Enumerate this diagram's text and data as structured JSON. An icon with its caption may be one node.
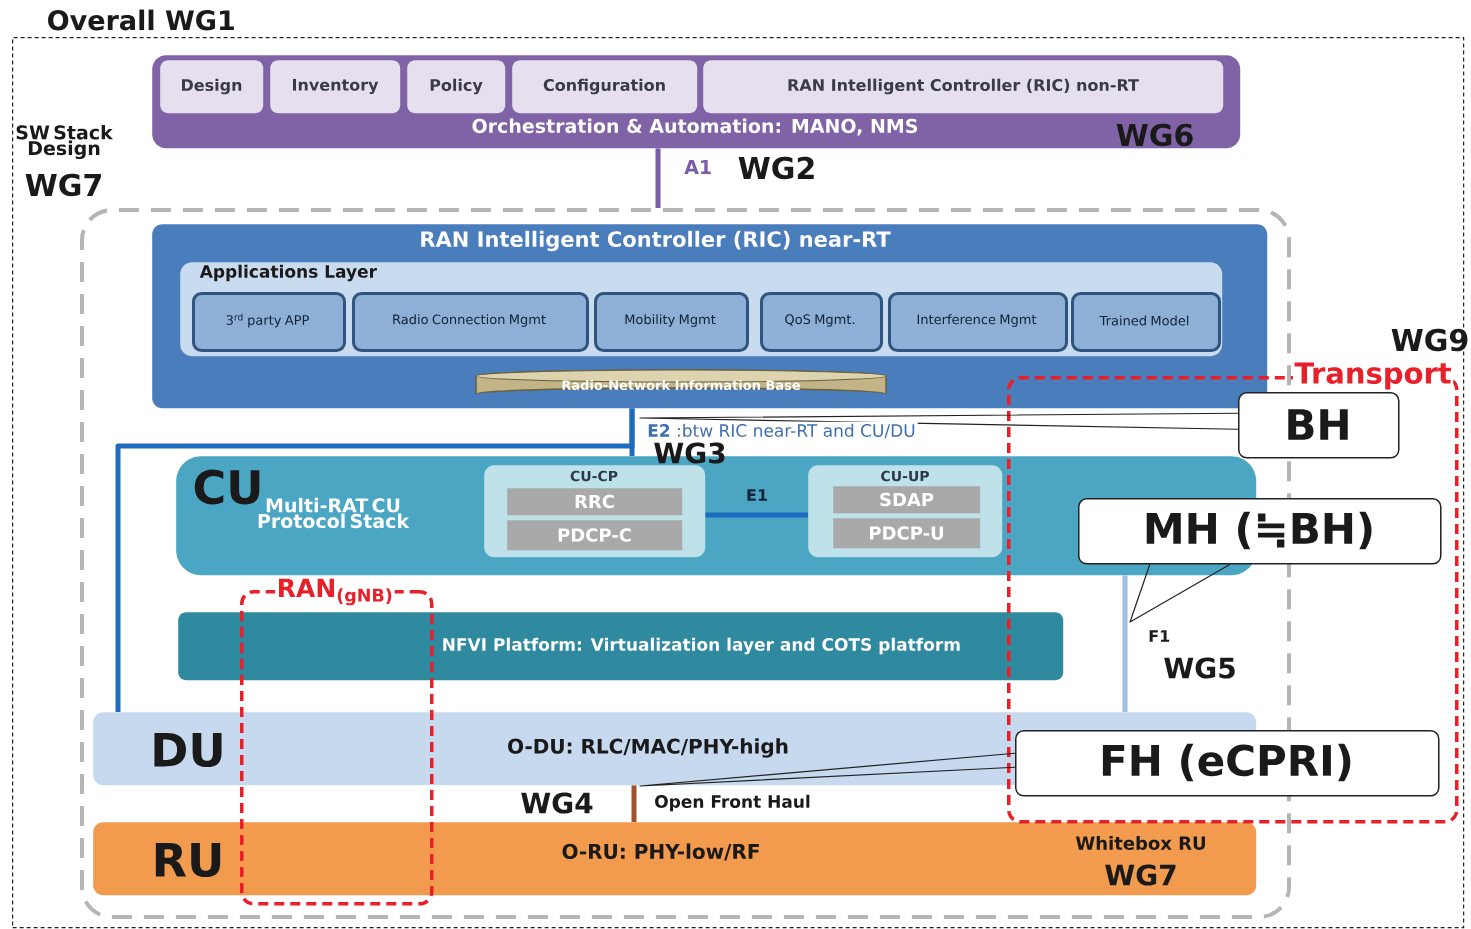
{
  "diagram": {
    "nodes": [
      {
        "text": [
          "Overall WG1"
        ]
      },
      {
        "text": [
          "Orchestration & Automation: MANO, NMS",
          "WG6"
        ],
        "in": 0
      },
      {
        "text": [
          "Design"
        ],
        "in": 1
      },
      {
        "text": [
          "Inventory"
        ],
        "in": 1
      },
      {
        "text": [
          "Policy"
        ],
        "in": 1
      },
      {
        "text": [
          "Configuration"
        ],
        "in": 1
      },
      {
        "text": [
          "RAN Intelligent Controller (RIC) non-RT"
        ],
        "in": 1
      },
      {
        "text": [],
        "shape": "box",
        "in": 0
      },
      {
        "text": [
          "RAN Intelligent Controller (RIC) near-RT"
        ],
        "in": 7
      },
      {
        "text": [
          "Applications Layer"
        ],
        "in": 8
      },
      {
        "text": [
          "3$^{rd}$ party APP"
        ],
        "in": 9
      },
      {
        "text": [
          "Radio Connection Mgmt"
        ],
        "in": 9
      },
      {
        "text": [
          "Mobility Mgmt"
        ],
        "in": 9
      },
      {
        "text": [
          "QoS Mgmt."
        ],
        "in": 9
      },
      {
        "text": [
          "Interference Mgmt"
        ],
        "in": 9
      },
      {
        "text": [
          "Trained Model"
        ],
        "in": 9
      },
      {
        "text": [
          "Radio-Network Information Base"
        ],
        "in": 8
      },
      {
        "text": [
          "CU",
          "Multi-RAT CU Protocol Stack"
        ],
        "in": 7
      },
      {
        "text": [
          "CU-CP"
        ],
        "in": 17
      },
      {
        "text": [
          "RRC"
        ],
        "in": 18
      },
      {
        "text": [
          "PDCP-C"
        ],
        "in": 18
      },
      {
        "text": [
          "CU-UP"
        ],
        "in": 17
      },
      {
        "text": [
          "SDAP"
        ],
        "in": 21
      },
      {
        "text": [
          "PDCP-U"
        ],
        "in": 21
      },
      {
        "text": [
          "NFVI Platform: Virtualization layer and COTS platform"
        ],
        "in": 7
      },
      {
        "text": [
          "DU",
          "O-DU: RLC/MAC/PHY-high"
        ],
        "in": 7
      },
      {
        "text": [
          "RU",
          "O-RU: PHY-low/RF",
          "Whitebox RU",
          "WG7"
        ],
        "in": 7
      },
      {
        "text": [
          "RAN$_{(gNB)}$"
        ],
        "in": 7
      },
      {
        "text": [
          "Transport"
        ],
        "in": 0
      },
      {
        "text": [
          "BH"
        ],
        "in": 28
      },
      {
        "text": [
          "MH (≒BH)"
        ],
        "in": 28
      },
      {
        "text": [
          "FH (eCPRI)"
        ],
        "in": 28
      }
    ],
    "edges": [
      {
        "from": 1,
        "to": 7,
        "arrow": "none",
        "label": "A1",
        "color": "#7a5ea3"
      },
      {
        "from": 8,
        "to": 17,
        "arrow": "none",
        "label": "**E2** :btw RIC near-RT and CU/DU"
      },
      {
        "from": 8,
        "to": 25,
        "arrow": "none"
      },
      {
        "from": 18,
        "to": 21,
        "arrow": "none",
        "label": "E1"
      },
      {
        "from": 17,
        "to": 25,
        "arrow": "none",
        "label": "F1",
        "color": "#9cc0e4"
      },
      {
        "from": 25,
        "to": 26,
        "arrow": "none",
        "label": "Open Front Haul",
        "color": "#a0522d"
      },
      {
        "from": 29,
        "to": null,
        "arrow": "none",
        "color": "#222222"
      },
      {
        "from": 30,
        "to": null,
        "arrow": "none",
        "color": "#222222"
      },
      {
        "from": 31,
        "to": null,
        "arrow": "none",
        "color": "#222222"
      }
    ],
    "labels": [
      "SW Stack Design",
      "WG7",
      "WG2",
      "WG9",
      "WG3",
      "WG5",
      "WG4"
    ]
  }
}
